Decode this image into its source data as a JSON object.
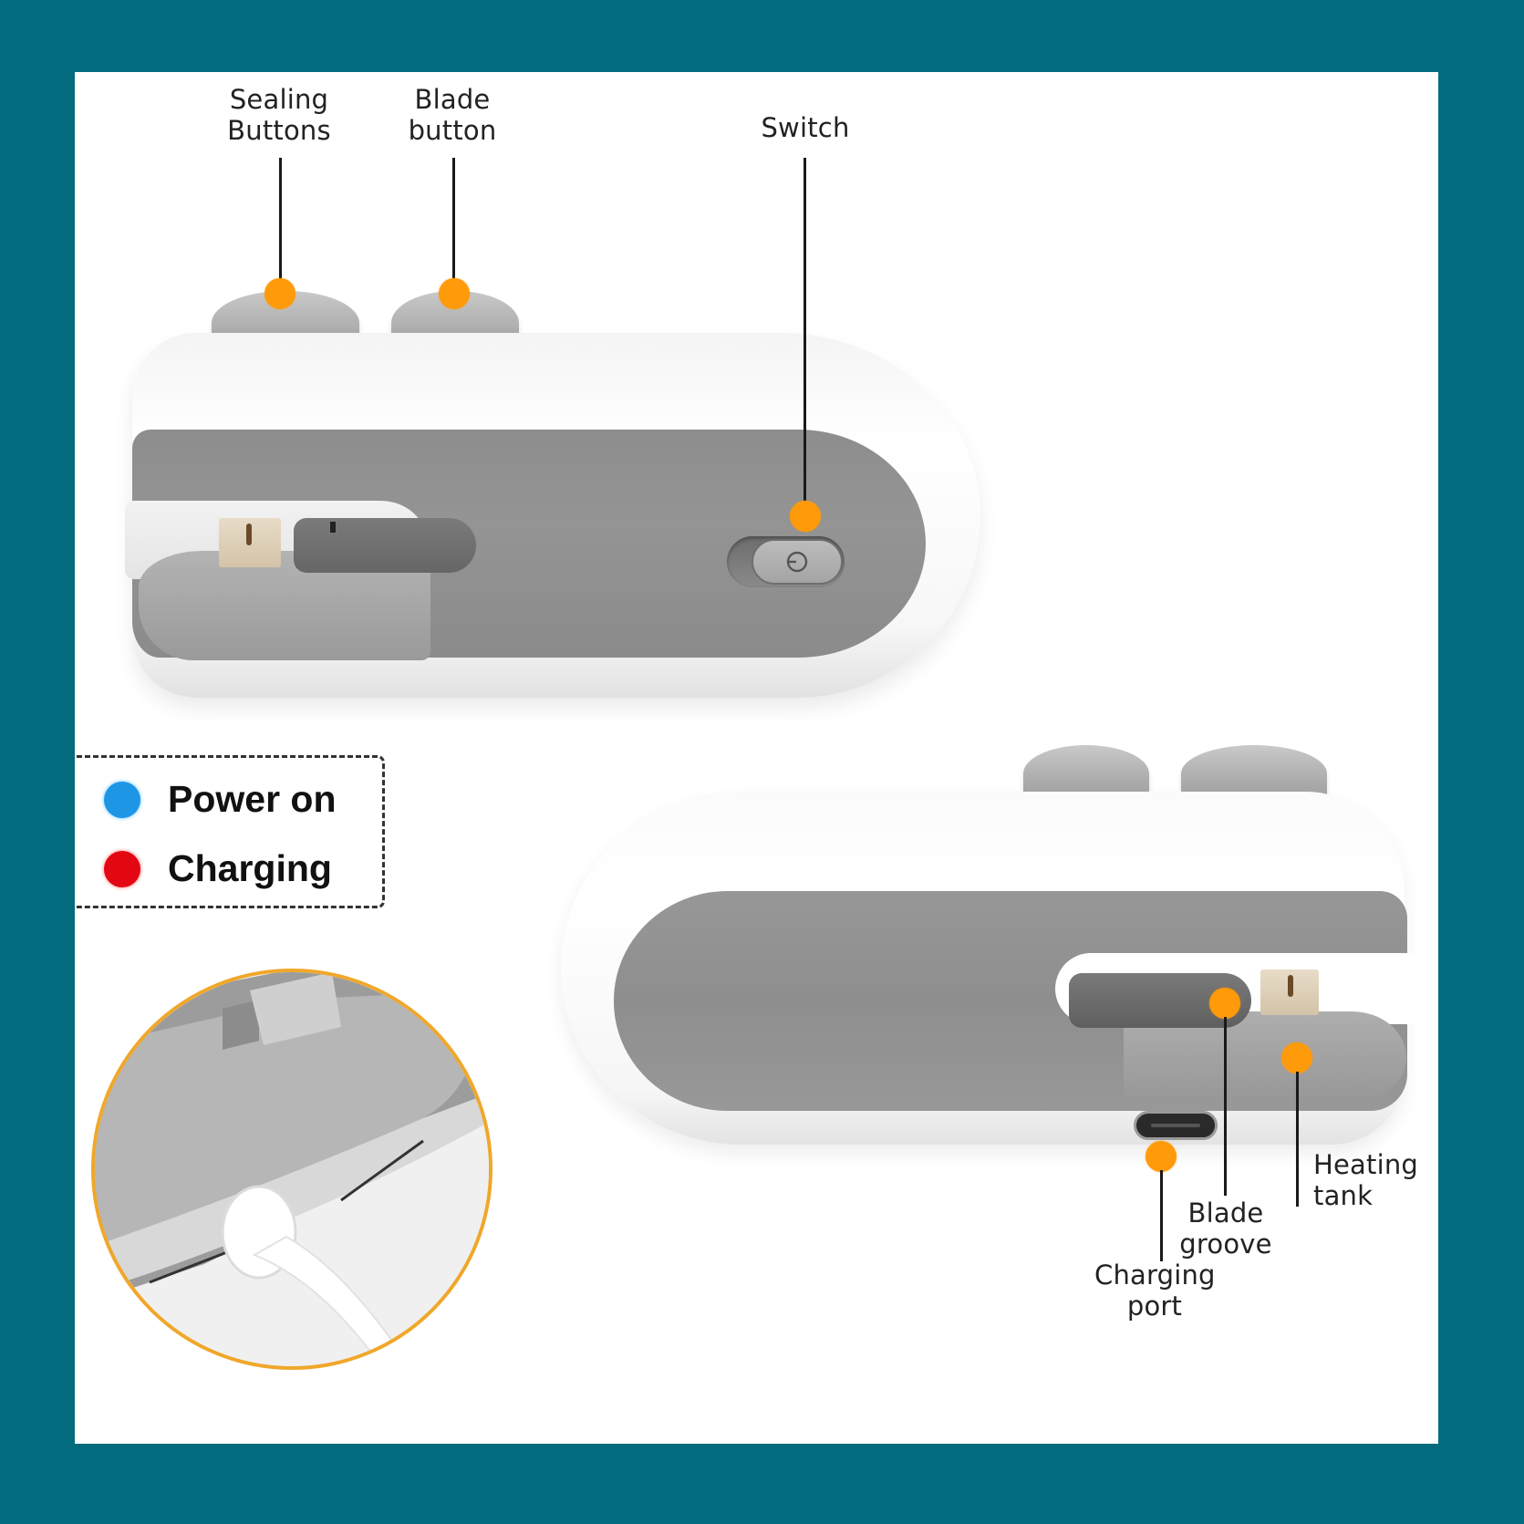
{
  "frame": {
    "background_color": "#036b7d",
    "panel_color": "#ffffff",
    "accent_dot_color": "#ff9a0a",
    "inset_border_color": "#f0a72a"
  },
  "callouts": {
    "sealing_buttons": {
      "line1": "Sealing",
      "line2": "Buttons"
    },
    "blade_button": {
      "line1": "Blade",
      "line2": "button"
    },
    "switch": {
      "label": "Switch"
    },
    "blade_groove": {
      "line1": "Blade",
      "line2": "groove"
    },
    "heating_tank": {
      "line1": "Heating",
      "line2": "tank"
    },
    "charging_port": {
      "line1": "Charging",
      "line2": "port"
    }
  },
  "legend": {
    "items": [
      {
        "label": "Power on",
        "color": "#1e96e6"
      },
      {
        "label": "Charging",
        "color": "#e30613"
      }
    ]
  },
  "icons": {
    "switch_icon": "power-icon"
  }
}
